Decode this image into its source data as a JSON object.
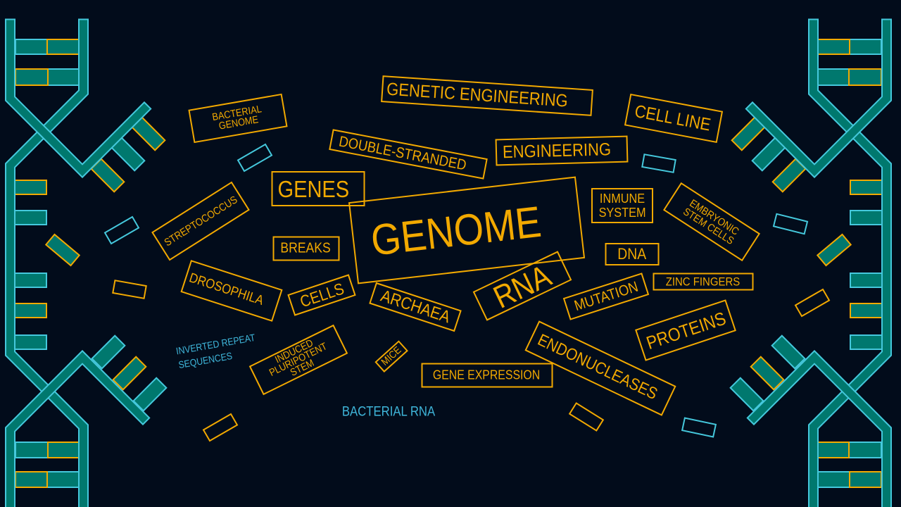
{
  "canvas": {
    "background": "#020C1B"
  },
  "palette": {
    "gold": "#F2A900",
    "cyan": "#45C8DC",
    "teal": "#00786E",
    "cyan_text": "#3FB6DA"
  },
  "decorations": {
    "left": "dna-double-helix-icon",
    "right": "dna-double-helix-icon"
  },
  "central_term": {
    "label": "GENOME"
  },
  "words": [
    {
      "label": "GENETIC ENGINEERING"
    },
    {
      "label": "DOUBLE-STRANDED"
    },
    {
      "label": "ENGINEERING"
    },
    {
      "label": "CELL LINE"
    },
    {
      "label": "BACTERIAL\nGENOME"
    },
    {
      "label": "GENES"
    },
    {
      "label": "STREPTOCOCCUS"
    },
    {
      "label": "RNA"
    },
    {
      "label": "ARCHAEA"
    },
    {
      "label": "INMUNE\nSYSTEM"
    },
    {
      "label": "EMBRYONIC\nSTEM CELLS"
    },
    {
      "label": "DNA"
    },
    {
      "label": "ZINC FINGERS"
    },
    {
      "label": "MUTATION"
    },
    {
      "label": "PROTEINS"
    },
    {
      "label": "ENDONUCLEASES"
    },
    {
      "label": "GENE EXPRESSION"
    },
    {
      "label": "MICE"
    },
    {
      "label": "BREAKS"
    },
    {
      "label": "DROSOPHILA"
    },
    {
      "label": "CELLS"
    },
    {
      "label": "INDUCED\nPLURIPOTENT\nSTEM"
    }
  ],
  "cyan_labels": [
    {
      "label": "INVERTED REPEAT\nSEQUENCES"
    },
    {
      "label": "BACTERIAL RNA"
    }
  ]
}
